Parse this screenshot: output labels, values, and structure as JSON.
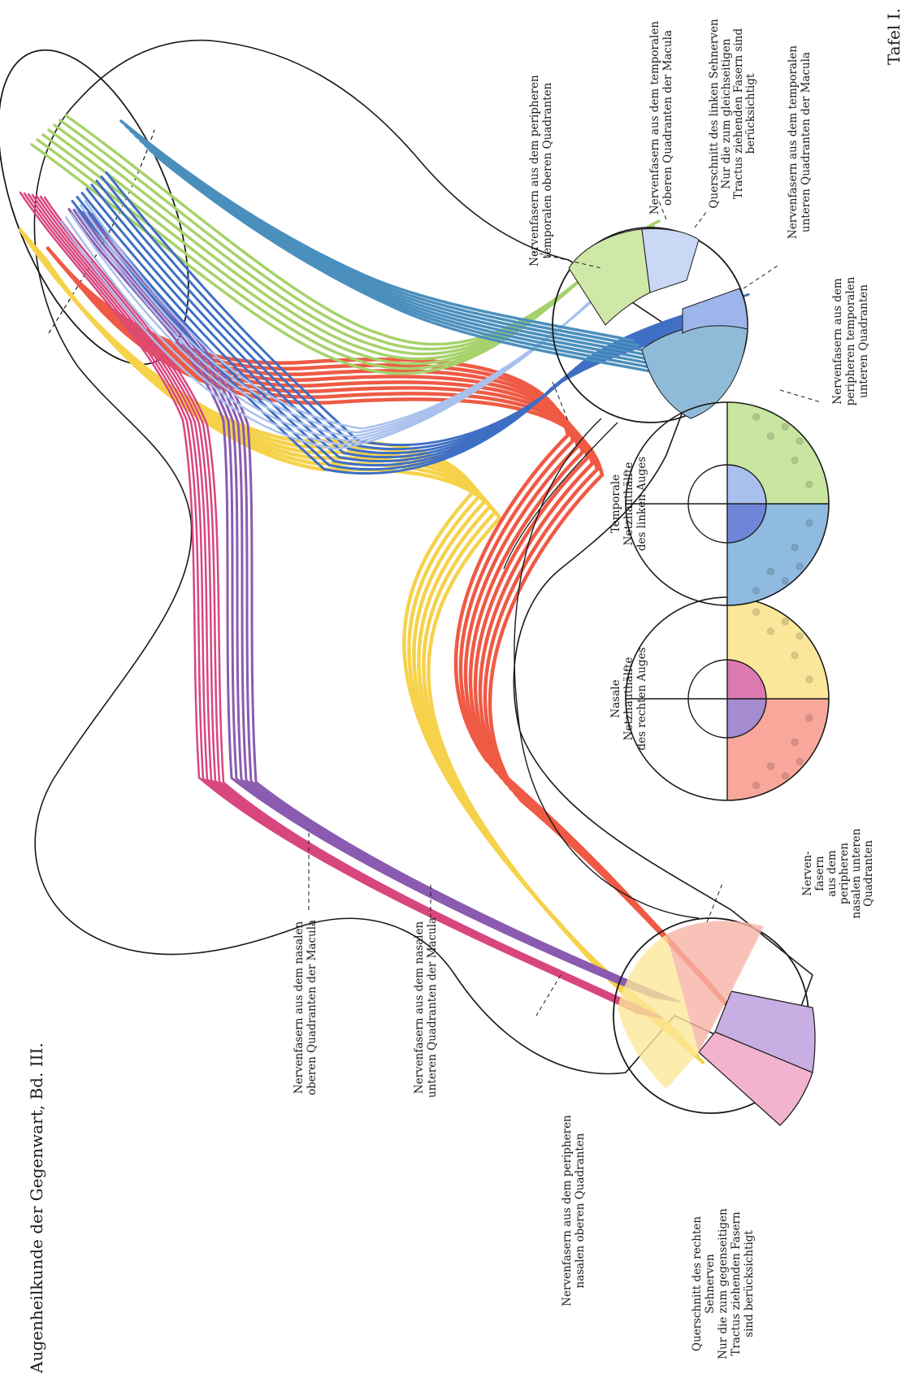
{
  "header": {
    "journal": "Augenheilkunde der Gegenwart, Bd. III.",
    "plate": "Tafel I."
  },
  "colors": {
    "yellow": "#f6d24a",
    "red": "#ef5a45",
    "magenta": "#d8467f",
    "purple": "#8a5bb0",
    "green": "#a6d26b",
    "blue": "#3f6fc4",
    "light_blue": "#a9c1ec",
    "teal": "#4b8fbd",
    "outline": "#1a1a1a"
  },
  "labels": {
    "upper_nasal_macula": [
      "Nervenfasern aus dem nasalen",
      "oberen Quadranten der Macula"
    ],
    "lower_nasal_macula": [
      "Nervenfasern aus dem nasalen",
      "unteren Quadranten der Macula"
    ],
    "peripheral_nasal_upper": [
      "Nervenfasern aus dem peripheren",
      "nasalen oberen Quadranten"
    ],
    "right_nerve_cross_section": [
      "Querschnitt des rechten",
      "Sehnerven",
      "Nur die zum gegenseitigen",
      "Tractus ziehenden Fasern",
      "sind berücksichtigt"
    ],
    "peripheral_nasal_lower": [
      "Nerven-",
      "fasern",
      "aus dem",
      "peripheren",
      "nasalen unteren",
      "Quadranten"
    ],
    "nasal_retina_right": [
      "Nasale",
      "Netzhauthälfte",
      "des rechten Auges"
    ],
    "temporal_retina_left": [
      "Temporale",
      "Netzhauthälfte",
      "des linken Auges"
    ],
    "peripheral_temporal_upper": [
      "Nervenfasern aus dem peripheren",
      "temporalen oberen Quadranten"
    ],
    "temporal_upper_macula": [
      "Nervenfasern aus dem temporalen",
      "oberen Quadranten der Macula"
    ],
    "left_nerve_cross_section": [
      "Querschnitt des linken Sehnerven",
      "Nur die zum gleichseitigen",
      "Tractus ziehenden Fasern sind",
      "berücksichtigt"
    ],
    "temporal_lower_macula": [
      "Nervenfasern aus dem temporalen",
      "unteren Quadranten der Macula"
    ],
    "peripheral_temporal_lower": [
      "Nervenfasern aus dem",
      "peripheren temporalen",
      "unteren Quadranten"
    ]
  }
}
